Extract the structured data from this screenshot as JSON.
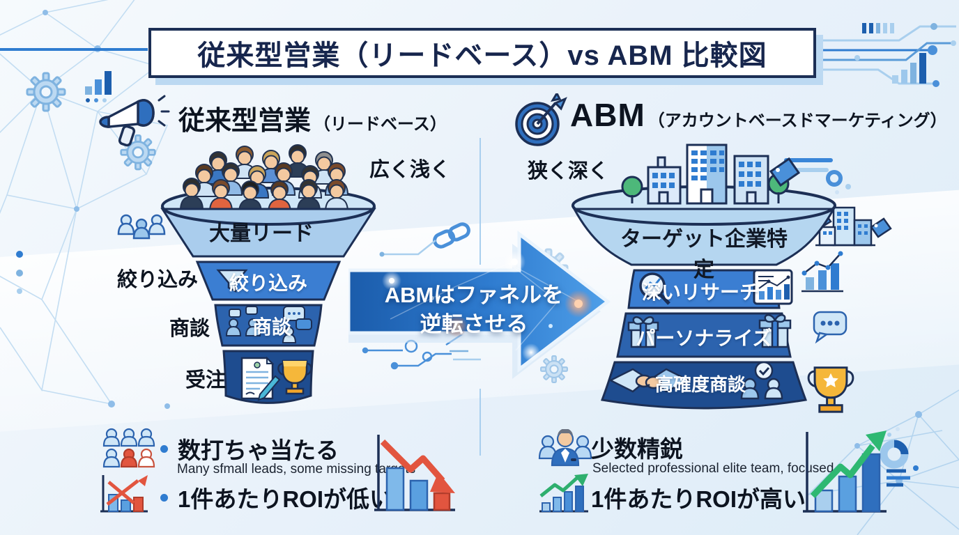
{
  "title": {
    "text": "従来型営業（リードベース）vs ABM 比較図"
  },
  "left_section": {
    "heading": "従来型営業",
    "heading_note": "（リードベース）",
    "tagline": "広く浅く",
    "funnel": {
      "stage1": "大量リード",
      "stage2": "絞り込み",
      "stage3": "商談"
    },
    "side_labels": {
      "filter": "絞り込み",
      "meeting": "商談",
      "order": "受注"
    },
    "summary": [
      {
        "text": "数打ちゃ当たる",
        "sub": "Many sfmall leads, some missing targets"
      },
      {
        "text": "1件あたりROIが低い",
        "sub": ""
      }
    ]
  },
  "center": {
    "arrow_line1": "ABMはファネルを",
    "arrow_line2": "逆転させる"
  },
  "right_section": {
    "heading": "ABM",
    "heading_note": "（アカウントベースドマーケティング）",
    "tagline": "狭く深く",
    "funnel": {
      "stage1": "ターゲット企業特定",
      "stage2": "深いリサーチ",
      "stage3": "パーソナライズ",
      "stage4": "高確度商談"
    },
    "summary": [
      {
        "text": "少数精鋭",
        "sub": "Selected professional elite team, focused"
      },
      {
        "text": "1件あたりROIが高い",
        "sub": ""
      }
    ]
  },
  "colors": {
    "accent_blue": "#2f7cd0",
    "band_light": "#aecfee",
    "band_mid": "#3b7ed2",
    "band_dark": "#2c63ae",
    "band_navy": "#1e4c8f",
    "outline_navy": "#1c2f55",
    "negative_red": "#e2553f",
    "positive_green": "#2eaf6e",
    "gold": "#f2b632"
  }
}
